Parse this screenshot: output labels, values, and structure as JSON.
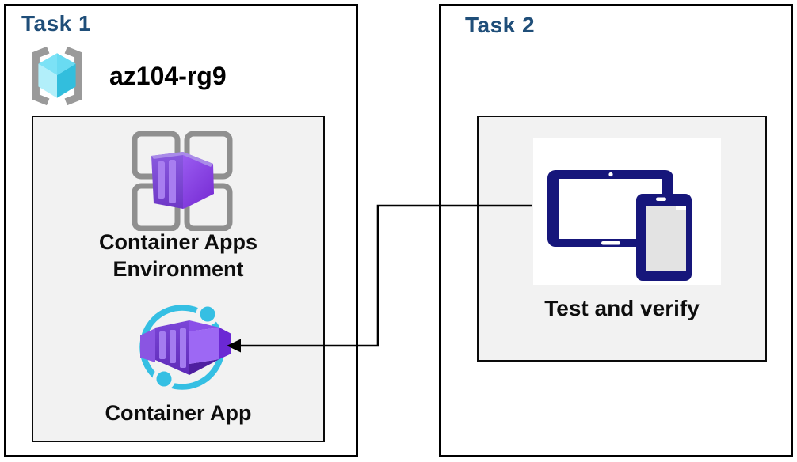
{
  "task1": {
    "title": "Task 1",
    "resource_group": {
      "name": "az104-rg9",
      "icon": "resource-group-icon"
    },
    "resources": {
      "environment": {
        "label_lines": [
          "Container Apps",
          "Environment"
        ],
        "icon": "container-apps-environment-icon"
      },
      "app": {
        "label": "Container App",
        "icon": "container-app-icon"
      }
    }
  },
  "task2": {
    "title": "Task 2",
    "test": {
      "label": "Test and verify",
      "icon": "devices-icon"
    }
  },
  "connector": {
    "type": "elbow-arrow",
    "from": "device-panel",
    "to": "container-app-icon",
    "arrowhead": "left",
    "color": "#000000"
  },
  "colors": {
    "task_title": "#1F4E79",
    "panel_bg": "#F2F2F2",
    "border": "#000000",
    "label_text": "#0D0D0D",
    "azure_cyan": "#35BFE3",
    "azure_purple": "#7B46D9",
    "grid_gray": "#8F8F8F",
    "device_navy": "#16167B",
    "rg_cube_top": "#7CE2F6",
    "rg_cube_left": "#B2EFFA",
    "rg_cube_right": "#32BEDD",
    "rg_bracket_gray": "#9A9A9A"
  }
}
